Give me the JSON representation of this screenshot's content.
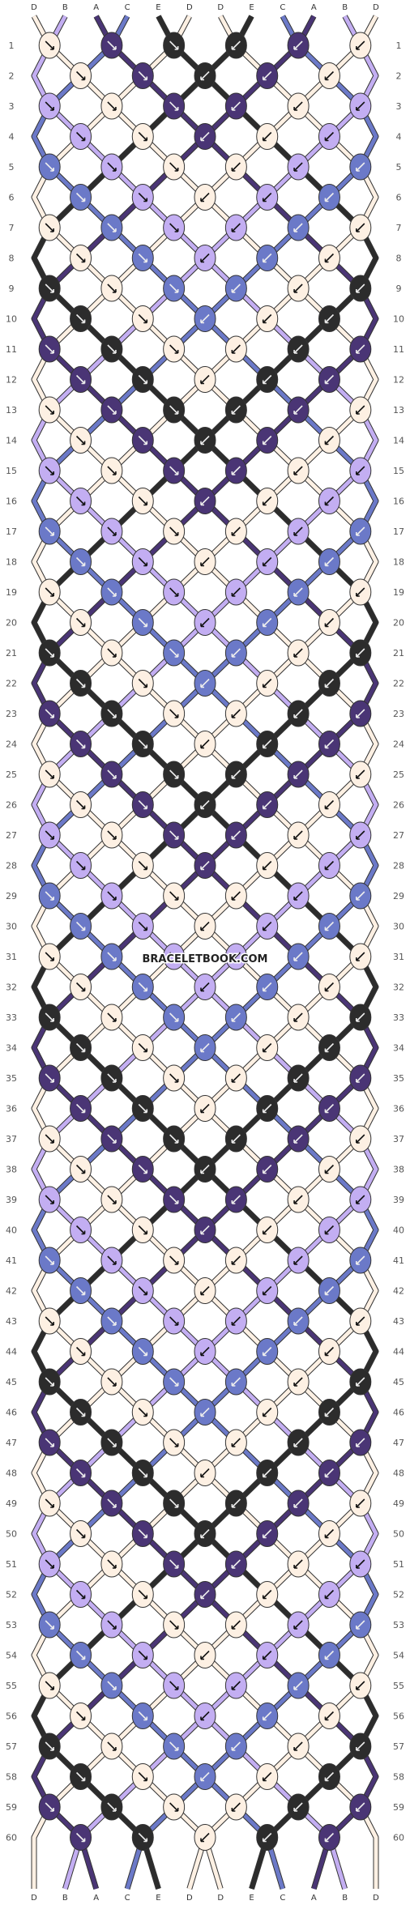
{
  "watermark": "BRACELETBOOK.COM",
  "strand_letters": [
    "D",
    "B",
    "A",
    "C",
    "E",
    "D",
    "D",
    "E",
    "C",
    "A",
    "B",
    "D"
  ],
  "colors": {
    "A": "#4a3575",
    "B": "#c3aef2",
    "C": "#6b79c8",
    "D": "#fdf0e3",
    "E": "#2c2c2c"
  },
  "rows": 60,
  "motif": "mirrored diamond pattern, black center spine"
}
